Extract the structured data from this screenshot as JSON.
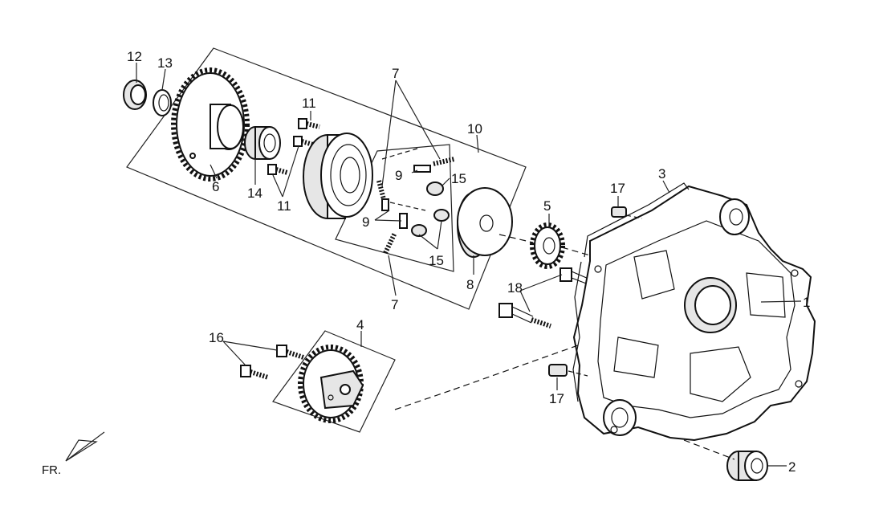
{
  "labels": {
    "l1": "1",
    "l2": "2",
    "l3": "3",
    "l4": "4",
    "l5": "5",
    "l6": "6",
    "l7a": "7",
    "l7b": "7",
    "l8": "8",
    "l9a": "9",
    "l9b": "9",
    "l10": "10",
    "l11a": "11",
    "l11b": "11",
    "l12": "12",
    "l13": "13",
    "l14": "14",
    "l15a": "15",
    "l15b": "15",
    "l16": "16",
    "l17a": "17",
    "l17b": "17",
    "l18": "18"
  },
  "front_marker": "FR."
}
